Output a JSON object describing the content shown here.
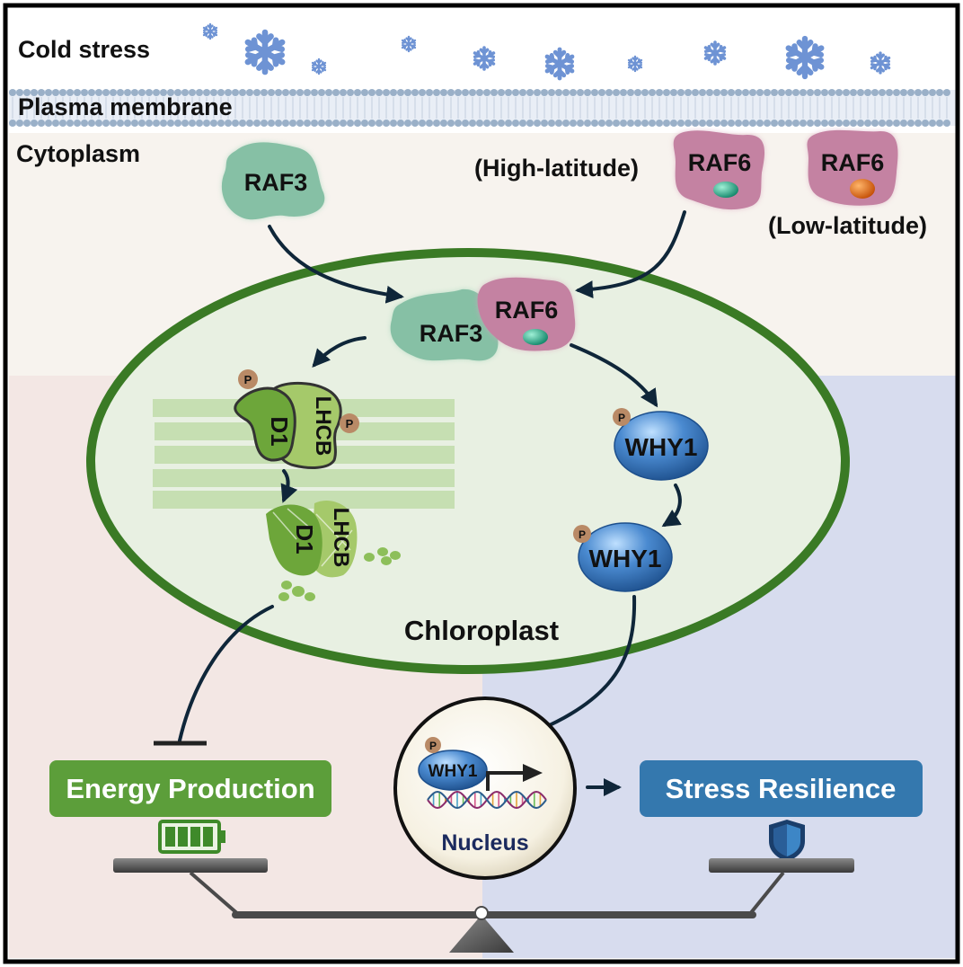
{
  "labels": {
    "cold_stress": "Cold stress",
    "plasma_membrane": "Plasma membrane",
    "cytoplasm": "Cytoplasm",
    "high_latitude": "(High-latitude)",
    "low_latitude": "(Low-latitude)",
    "raf3": "RAF3",
    "raf6": "RAF6",
    "lhcb": "LHCB",
    "d1": "D1",
    "why1": "WHY1",
    "phospho": "P",
    "chloroplast": "Chloroplast",
    "nucleus": "Nucleus",
    "energy_production": "Energy Production",
    "stress_resilience": "Stress Resilience"
  },
  "colors": {
    "frame": "#000000",
    "cytoplasm_bg": "#f7f3ee",
    "left_bg": "#f3e7e4",
    "right_bg": "#d7dcee",
    "membrane_head": "#9ab0c8",
    "chloroplast_border": "#3a7a25",
    "chloroplast_fill": "#e8f0e2",
    "thylakoid": "#c6dfb2",
    "raf3": "#86c0a5",
    "raf6": "#c482a2",
    "raf6_high_dot": "#1fa380",
    "raf6_low_dot": "#d9640f",
    "lhcb": "#a5c96a",
    "d1": "#6da63a",
    "why1": "#3b76b8",
    "phospho": "#b98a66",
    "arrow": "#0f2639",
    "energy_box": "#5c9e3a",
    "stress_box": "#3478ae",
    "snowflake": "#6e93d4",
    "balance": "#4a4a4a"
  },
  "icons": [
    "snowflake-icon",
    "battery-icon",
    "shield-icon",
    "dna-icon",
    "phosphate-icon"
  ]
}
